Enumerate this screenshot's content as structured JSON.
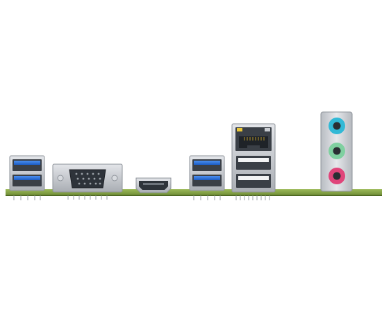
{
  "scene": {
    "background": "#ffffff",
    "pcb_color": "#8aa84a",
    "pcb_edge_color": "#5d7a2c",
    "metal_color": "#c9ccd1",
    "usb3_tongue_color": "#2b6fd8",
    "audio_colors": {
      "line_in": "#32b9d6",
      "line_out": "#7fd0a0",
      "mic_in": "#e0457a"
    }
  },
  "components": [
    {
      "name": "usb-3-stack-left",
      "icon": "usb-a-icon",
      "ports": 2
    },
    {
      "name": "vga-port",
      "icon": "vga-dsub-icon"
    },
    {
      "name": "hdmi-port",
      "icon": "hdmi-icon"
    },
    {
      "name": "usb-3-stack-center",
      "icon": "usb-a-icon",
      "ports": 2
    },
    {
      "name": "rj45-usb-stack",
      "icon": "ethernet-icon",
      "usb_ports": 2
    },
    {
      "name": "audio-jacks",
      "icon": "audio-jack-icon",
      "jacks": 3
    }
  ]
}
